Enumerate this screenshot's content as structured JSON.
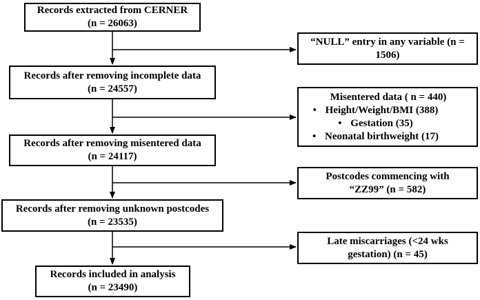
{
  "main_boxes": [
    {
      "line1": "Records extracted from CERNER",
      "line2": "(n = 26063)"
    },
    {
      "line1": "Records after removing incomplete data",
      "line2": "(n = 24557)"
    },
    {
      "line1": "Records after removing misentered data",
      "line2": "(n = 24117)"
    },
    {
      "line1": "Records after removing unknown postcodes",
      "line2": "(n = 23535)"
    },
    {
      "line1": "Records included in analysis",
      "line2": "(n = 23490)"
    }
  ],
  "exclusions": {
    "null_entries": {
      "line1": "“NULL” entry in any variable (n =",
      "line2": "1506)"
    },
    "misentered": {
      "heading": "Misentered data ( n = 440)",
      "items": [
        "Height/Weight/BMI (388)",
        "Gestation (35)",
        "Neonatal birthweight (17)"
      ]
    },
    "postcodes": {
      "line1": "Postcodes commencing with",
      "line2": "“ZZ99” (n = 582)"
    },
    "miscarriages": {
      "line1": "Late miscarriages (<24 wks",
      "line2": "gestation) (n = 45)"
    }
  }
}
